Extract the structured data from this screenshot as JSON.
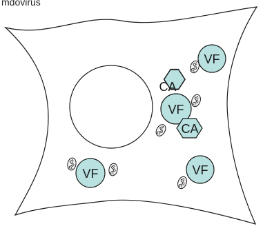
{
  "header": {
    "text": "mdovirus"
  },
  "labels": {
    "vf": "VF",
    "ca": "CA"
  },
  "colors": {
    "body_fill": "#b8e1e0",
    "stroke": "#1a1a1a",
    "background": "#ffffff"
  },
  "icons": {
    "mitochondrion": "mitochondrion-icon",
    "nucleus": "nucleus-circle"
  }
}
